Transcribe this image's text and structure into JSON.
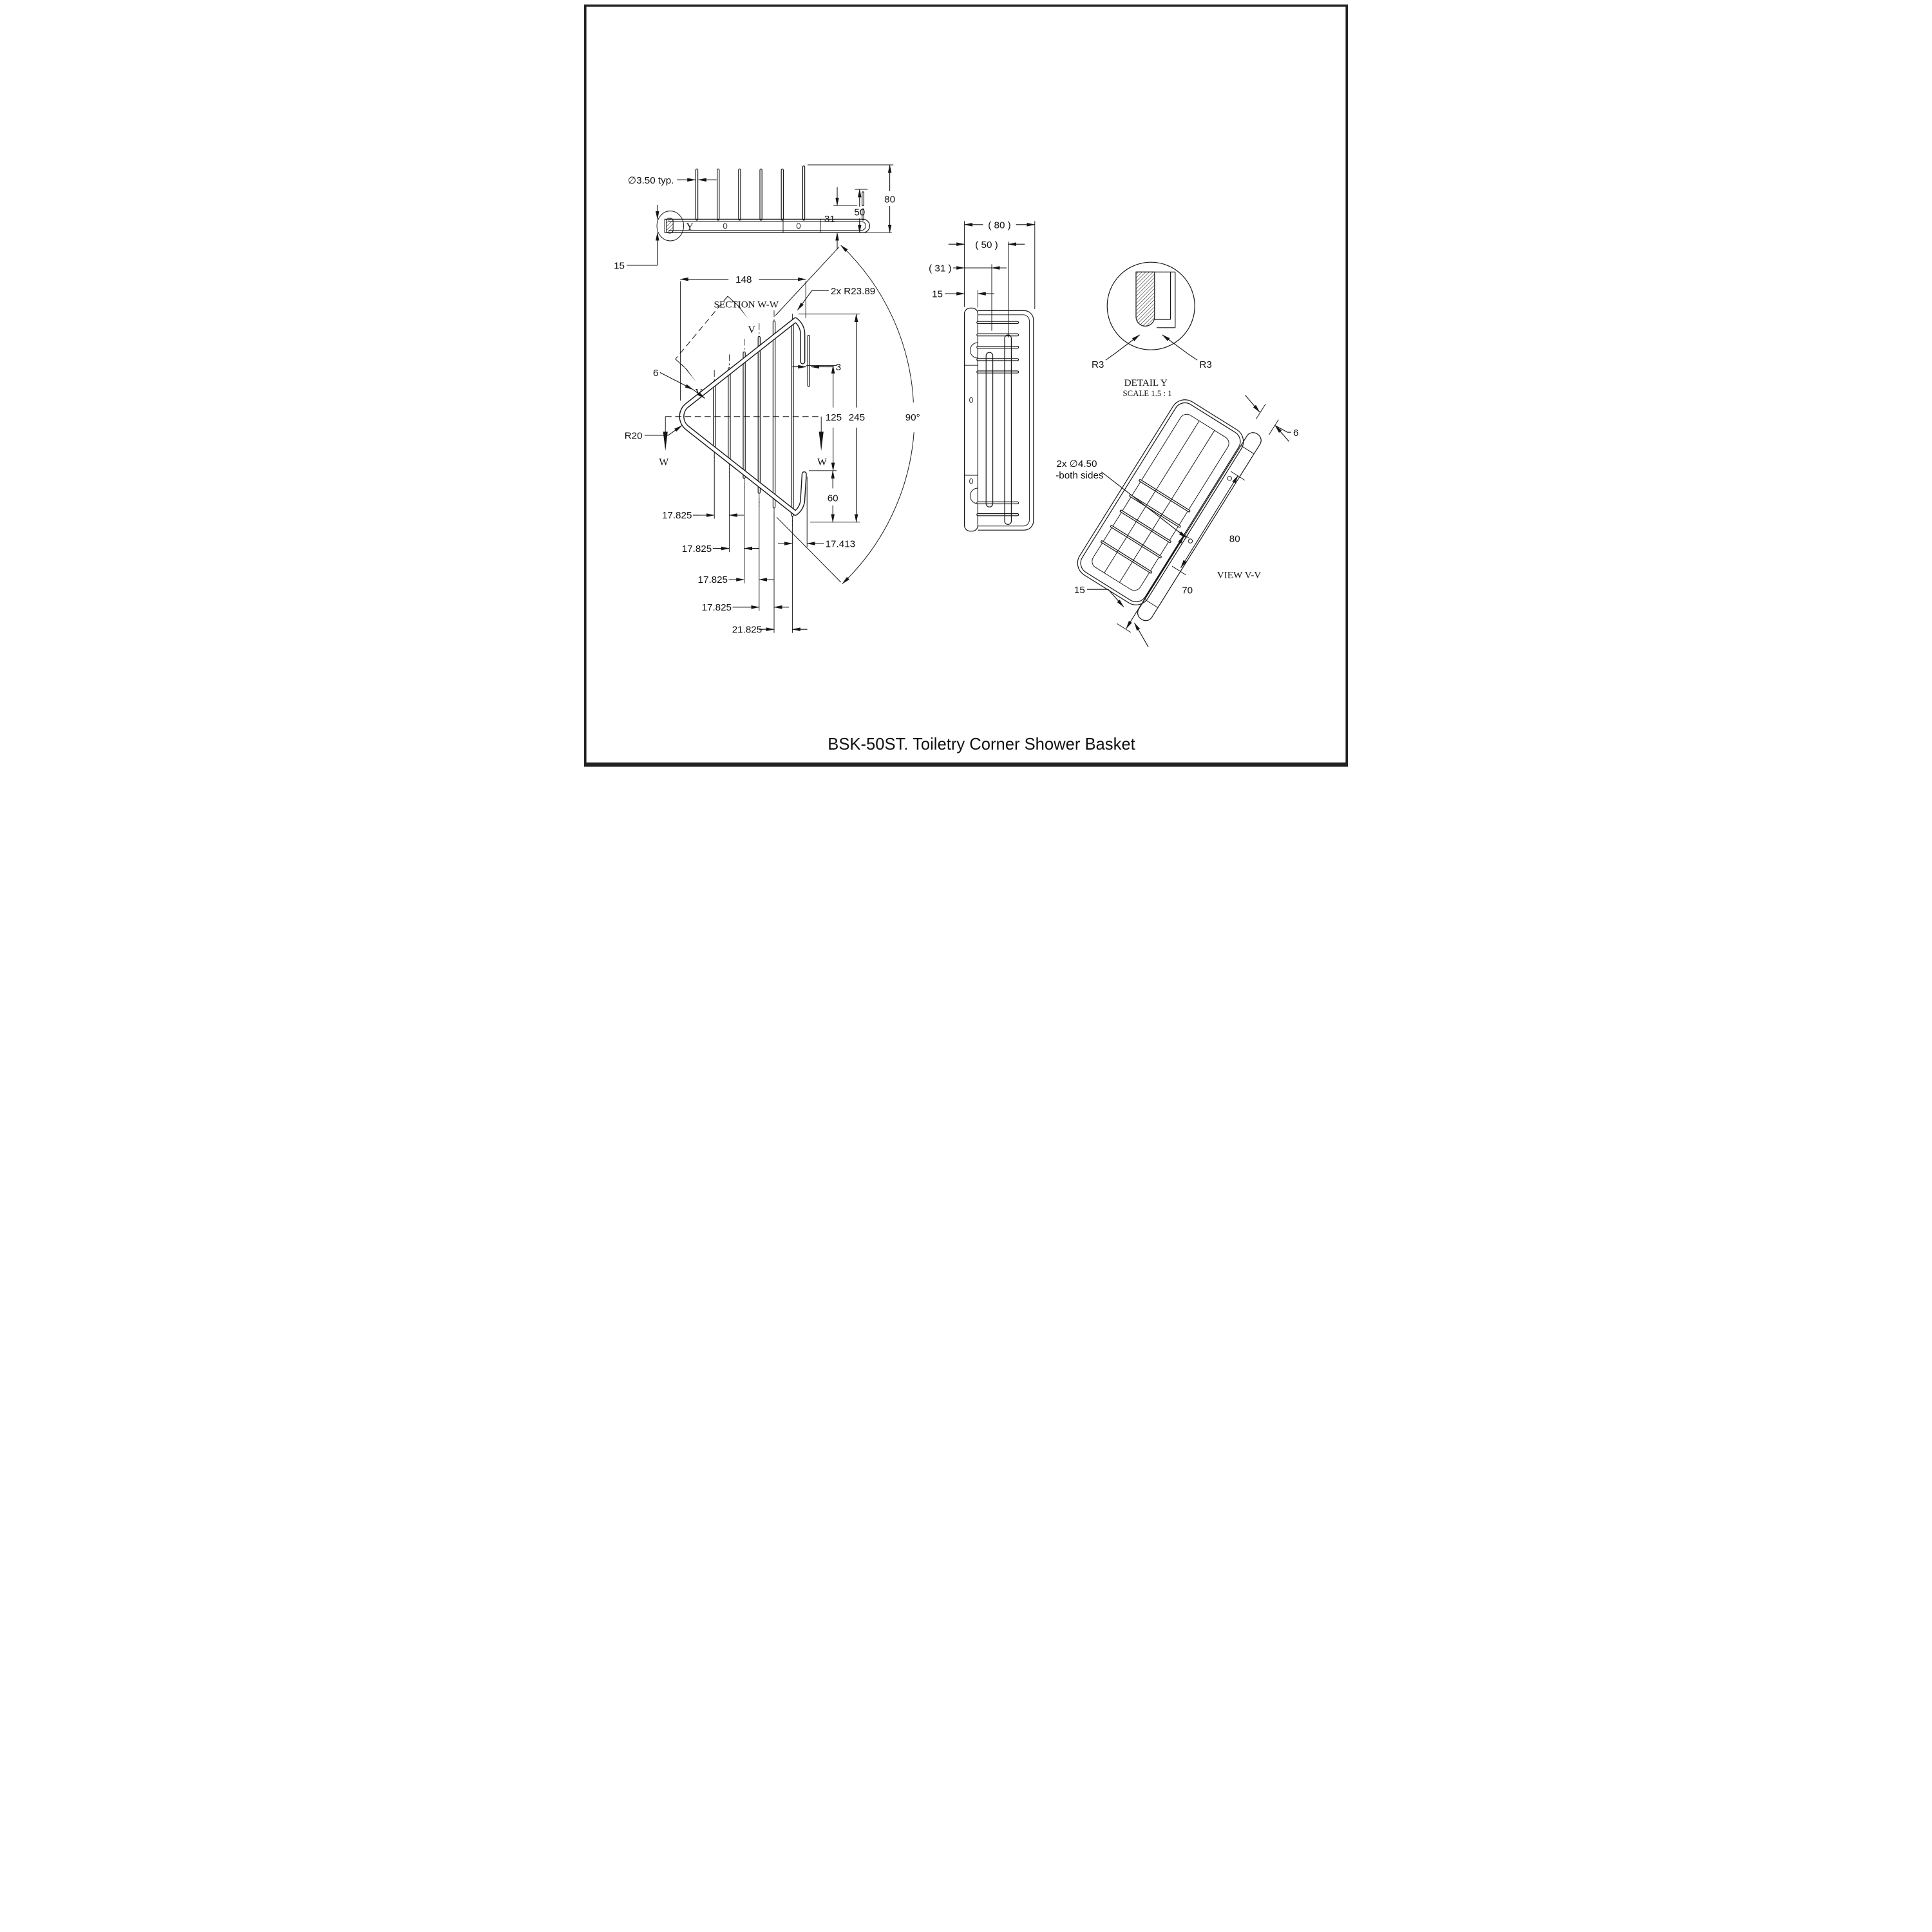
{
  "drawing": {
    "title": "BSK-50ST. Toiletry Corner Shower Basket",
    "views": {
      "section_ww": {
        "caption": "SECTION W-W",
        "detail_marker": "Y",
        "dims": {
          "wire_dia": "∅3.50 typ.",
          "total_height": "80",
          "hook_height": "50",
          "hook_clearance": "31",
          "rail_height": "15"
        }
      },
      "plan": {
        "section_marker": "W",
        "view_marker": "V",
        "dims": {
          "width": "148",
          "corner_radius": "2x R23.89",
          "end_gap": "3",
          "tube_dia": "6",
          "vertex_radius": "R20",
          "depth_125": "125",
          "depth_245": "245",
          "corner_angle": "90°",
          "pitch1": "17.825",
          "pitch2": "17.825",
          "pitch3": "17.825",
          "pitch4": "17.825",
          "pitch5": "21.825",
          "end_pitch": "17.413"
        }
      },
      "side": {
        "dims": {
          "ref_width": "( 80 )",
          "ref_hook": "( 50 )",
          "ref_clearance": "( 31 )",
          "rail": "15"
        }
      },
      "detail_y": {
        "caption": "DETAIL Y",
        "scale_note": "SCALE 1.5 : 1",
        "fillet_left": "R3",
        "fillet_right": "R3"
      },
      "view_vv": {
        "caption": "VIEW V-V",
        "dims": {
          "holes": "2x  ∅4.50",
          "holes_note": "-both sides",
          "rail": "15",
          "hole_span": "70",
          "hole_edge": "80",
          "tube": "6"
        }
      }
    }
  }
}
